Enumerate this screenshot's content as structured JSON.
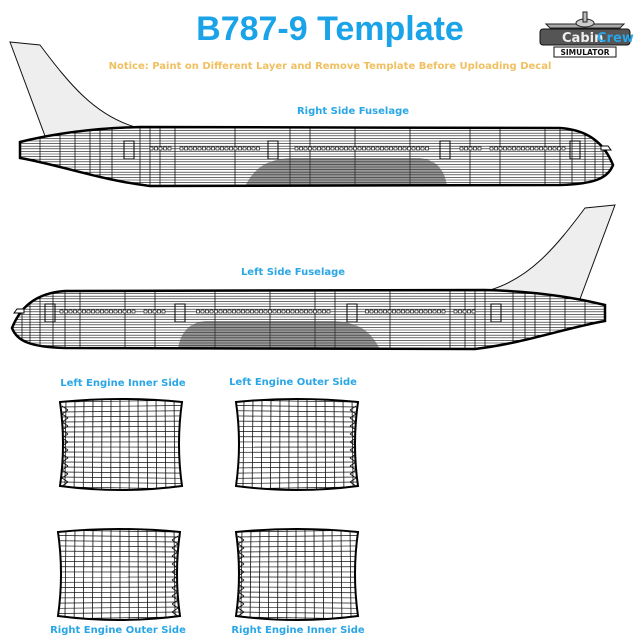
{
  "title": "B787-9 Template",
  "notice": "Notice: Paint on Different Layer and Remove Template Before Uploading Decal",
  "logo": {
    "line1": "CabinCrew",
    "line2": "SIMULATOR"
  },
  "sections": {
    "right_fuselage": "Right Side Fuselage",
    "left_fuselage": "Left Side Fuselage",
    "left_engine_inner": "Left Engine Inner Side",
    "left_engine_outer": "Left Engine Outer Side",
    "right_engine_outer": "Right Engine Outer Side",
    "right_engine_inner": "Right Engine Inner Side"
  },
  "colors": {
    "title": "#1aa3e8",
    "notice": "#f0c060",
    "label": "#29a6e6",
    "lines": "#111111",
    "fin": "#eeeeee"
  }
}
